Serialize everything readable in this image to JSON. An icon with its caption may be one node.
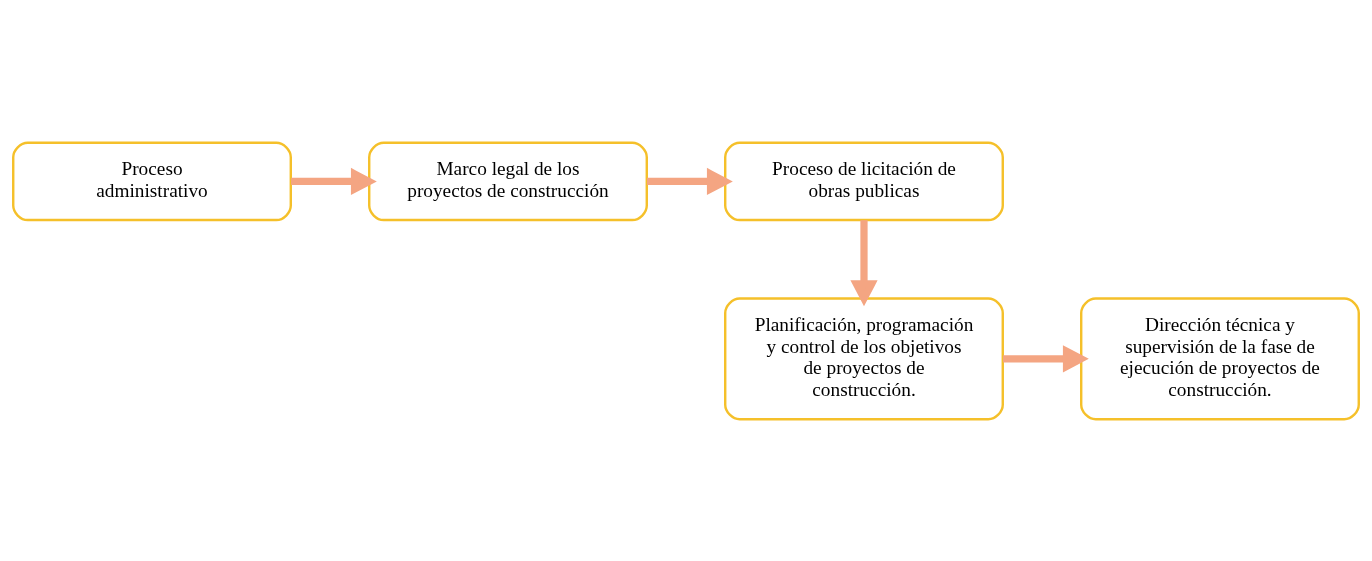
{
  "diagram": {
    "nodes": [
      {
        "text": [
          "Proceso administrativo"
        ]
      },
      {
        "text": [
          "Marco legal de los proyectos de construcción"
        ]
      },
      {
        "text": [
          "Proceso de licitación de obras publicas"
        ]
      },
      {
        "text": [
          "Planificación, programación y control de los objetivos de proyectos de construcción."
        ]
      },
      {
        "text": [
          "Dirección técnica y supervisión de la fase de ejecución de proyectos de construcción."
        ]
      }
    ],
    "edges": [
      {
        "from": 0,
        "to": 1,
        "arrow": "to"
      },
      {
        "from": 1,
        "to": 2,
        "arrow": "to"
      },
      {
        "from": 2,
        "to": 3,
        "arrow": "to"
      },
      {
        "from": 3,
        "to": 4,
        "arrow": "to"
      }
    ]
  }
}
